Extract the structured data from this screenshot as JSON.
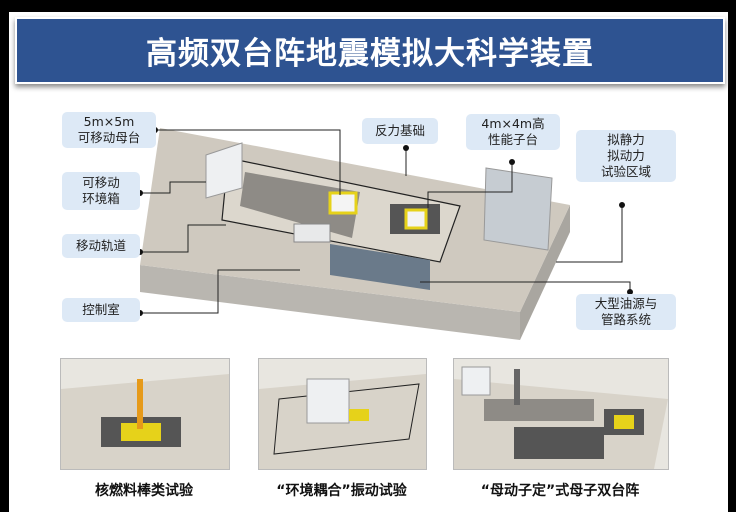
{
  "title": "高频双台阵地震模拟大科学装置",
  "labels": {
    "mother_table": [
      "5m×5m",
      "可移动母台"
    ],
    "env_box": [
      "可移动",
      "环境箱"
    ],
    "rail": "移动轨道",
    "control_room": "控制室",
    "reaction_base": "反力基础",
    "sub_table": [
      "4m×4m高",
      "性能子台"
    ],
    "quasi_static": [
      "拟静力",
      "拟动力",
      "试验区域"
    ],
    "oil_source": [
      "大型油源与",
      "管路系统"
    ]
  },
  "captions": [
    "核燃料棒类试验",
    "“环境耦合”振动试验",
    "“母动子定”式母子双台阵"
  ],
  "colors": {
    "banner": "#2e5391",
    "label_bg": "#dde9f6",
    "actuator": "#e6d21a"
  }
}
